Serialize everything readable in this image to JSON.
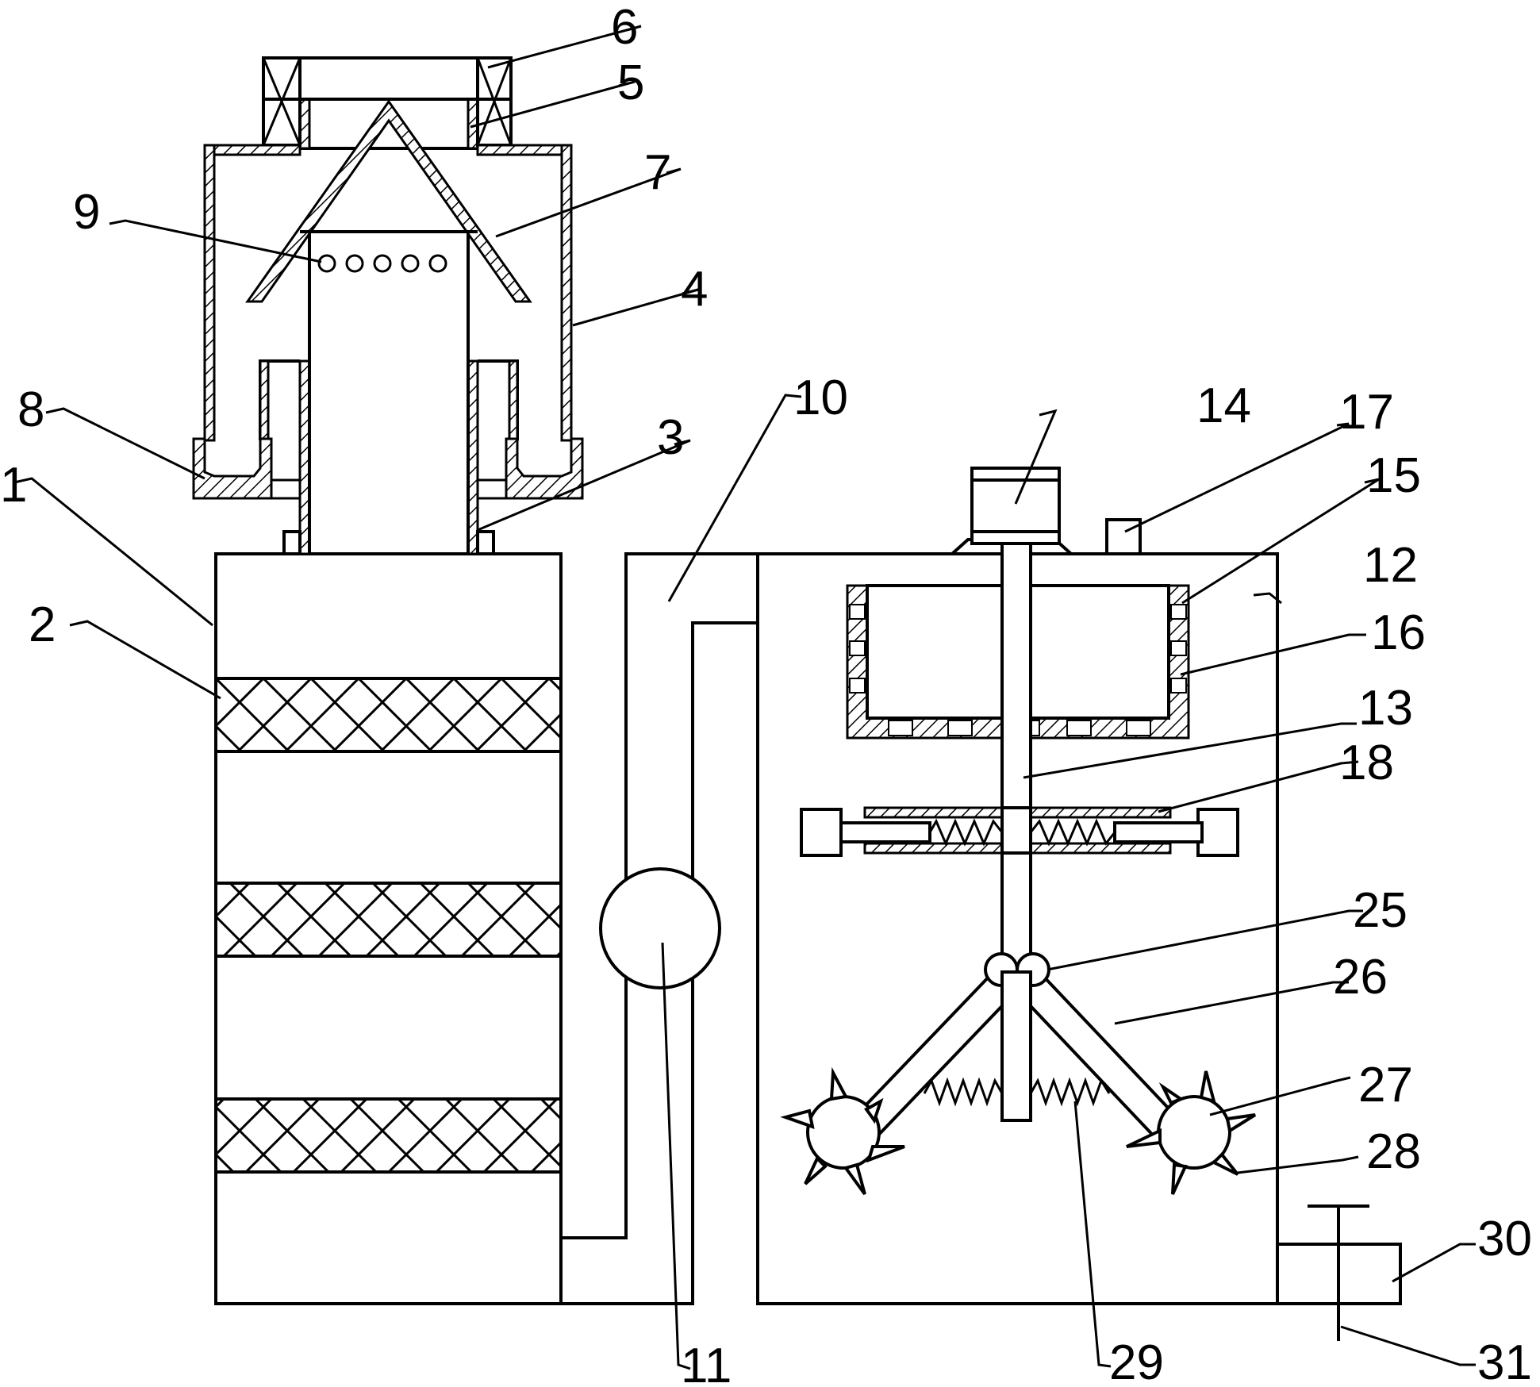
{
  "labels": {
    "l1": "1",
    "l2": "2",
    "l3": "3",
    "l4": "4",
    "l5": "5",
    "l6": "6",
    "l7": "7",
    "l8": "8",
    "l9": "9",
    "l10": "10",
    "l11": "11",
    "l12": "12",
    "l13": "13",
    "l14": "14",
    "l15": "15",
    "l16": "16",
    "l17": "17",
    "l18": "18",
    "l25": "25",
    "l26": "26",
    "l27": "27",
    "l28": "28",
    "l29": "29",
    "l30": "30",
    "l31": "31"
  }
}
